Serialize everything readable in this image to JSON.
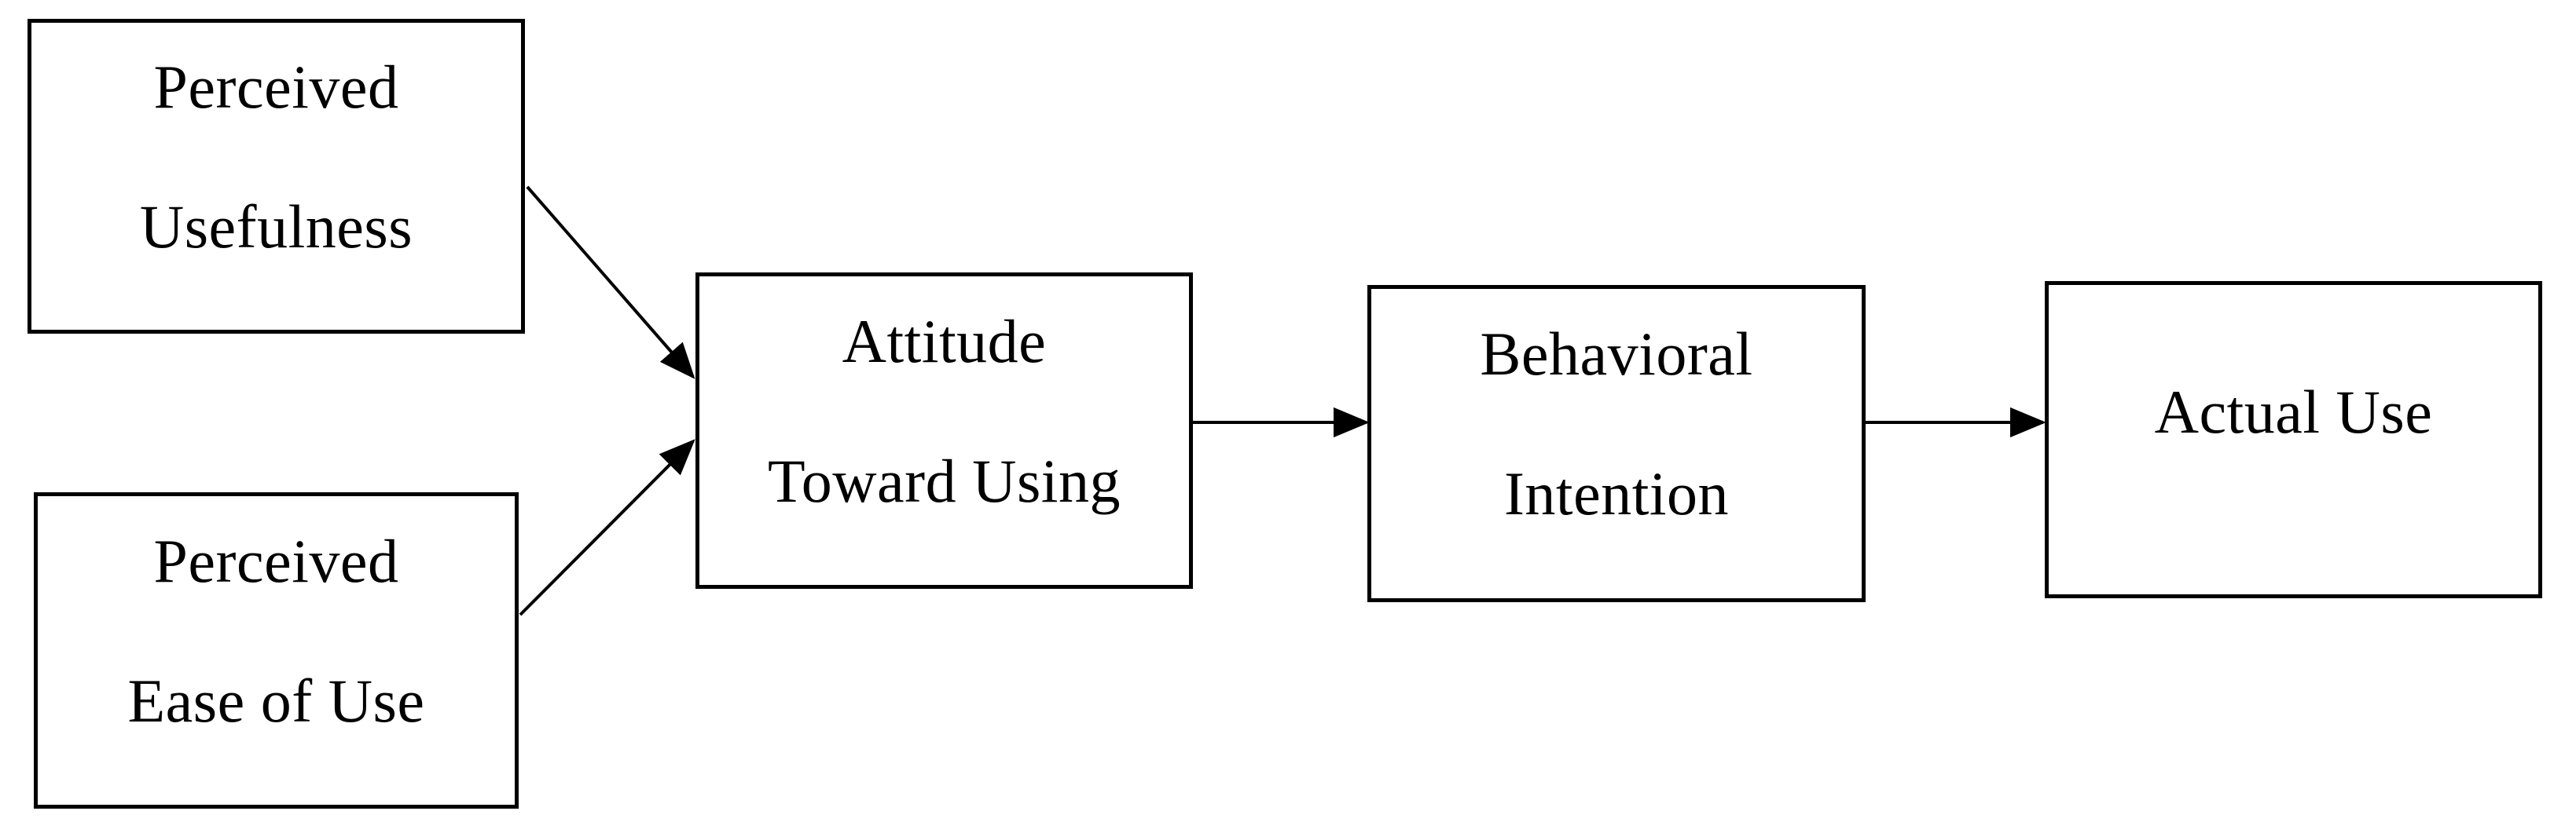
{
  "diagram": {
    "background_color": "#ffffff",
    "line_color": "#000000",
    "text_color": "#000000",
    "nodes": [
      {
        "id": "perceived-usefulness",
        "line1": "Perceived",
        "line2": "Usefulness"
      },
      {
        "id": "perceived-ease-of-use",
        "line1": "Perceived",
        "line2": "Ease of Use"
      },
      {
        "id": "attitude-toward-using",
        "line1": "Attitude",
        "line2": "Toward Using"
      },
      {
        "id": "behavioral-intention",
        "line1": "Behavioral",
        "line2": "Intention"
      },
      {
        "id": "actual-use",
        "line1": "Actual Use"
      }
    ],
    "edges": [
      {
        "from": "perceived-usefulness",
        "to": "attitude-toward-using",
        "style": "diagonal-down-right-arrow"
      },
      {
        "from": "perceived-ease-of-use",
        "to": "attitude-toward-using",
        "style": "diagonal-up-right-arrow"
      },
      {
        "from": "attitude-toward-using",
        "to": "behavioral-intention",
        "style": "horizontal-right-arrow"
      },
      {
        "from": "behavioral-intention",
        "to": "actual-use",
        "style": "horizontal-right-arrow"
      }
    ]
  }
}
